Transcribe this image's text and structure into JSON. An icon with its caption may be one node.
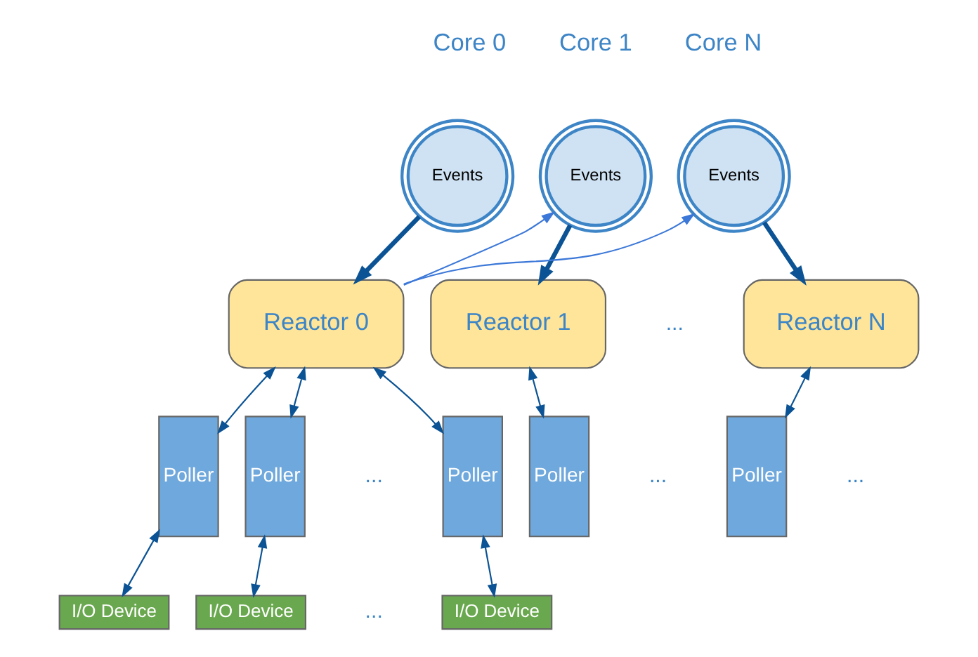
{
  "diagram": {
    "nodes": [
      {
        "text": [
          "Events"
        ]
      },
      {
        "text": [
          "Events"
        ]
      },
      {
        "text": [
          "Events"
        ]
      },
      {
        "text": [
          "Reactor 0"
        ]
      },
      {
        "text": [
          "Reactor 1"
        ]
      },
      {
        "text": [
          "Reactor N"
        ]
      },
      {
        "text": [
          "Poller"
        ]
      },
      {
        "text": [
          "Poller"
        ]
      },
      {
        "text": [
          "Poller"
        ]
      },
      {
        "text": [
          "Poller"
        ]
      },
      {
        "text": [
          "Poller"
        ]
      },
      {
        "text": [
          "I/O Device"
        ]
      },
      {
        "text": [
          "I/O Device"
        ]
      },
      {
        "text": [
          "I/O Device"
        ]
      }
    ],
    "edges": [
      {
        "from": 0,
        "to": 3,
        "arrow": "to",
        "style": "thick"
      },
      {
        "from": 1,
        "to": 4,
        "arrow": "to",
        "style": "thick"
      },
      {
        "from": 2,
        "to": 5,
        "arrow": "to",
        "style": "thick"
      },
      {
        "from": 3,
        "to": 1,
        "arrow": "to",
        "color": "#3c78d8"
      },
      {
        "from": 3,
        "to": 2,
        "arrow": "to",
        "color": "#3c78d8"
      },
      {
        "from": 3,
        "to": 6,
        "arrow": "both"
      },
      {
        "from": 3,
        "to": 7,
        "arrow": "both"
      },
      {
        "from": 3,
        "to": 8,
        "arrow": "both"
      },
      {
        "from": 4,
        "to": 9,
        "arrow": "both"
      },
      {
        "from": 5,
        "to": 10,
        "arrow": "both"
      },
      {
        "from": 6,
        "to": 11,
        "arrow": "both"
      },
      {
        "from": 7,
        "to": 12,
        "arrow": "both"
      },
      {
        "from": 8,
        "to": 13,
        "arrow": "both"
      }
    ],
    "labels": [
      "Core 0",
      "Core 1",
      "Core N",
      "...",
      "...",
      "...",
      "...",
      "..."
    ]
  }
}
